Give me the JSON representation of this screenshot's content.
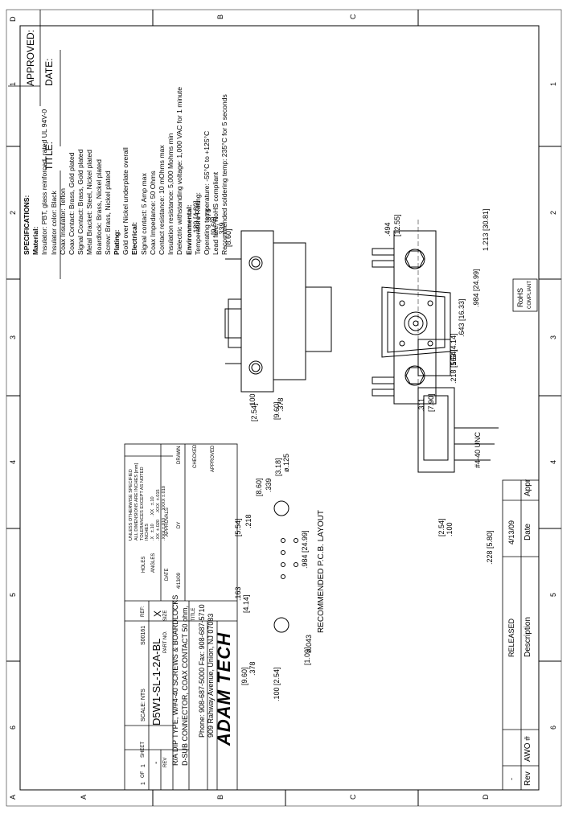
{
  "approval": {
    "approved_label": "APPROVED:",
    "date_label": "DATE:",
    "title_label": "TITLE:"
  },
  "zones": {
    "letters": [
      "A",
      "B",
      "C",
      "D"
    ],
    "numbers": [
      "6",
      "5",
      "4",
      "3",
      "2",
      "1"
    ]
  },
  "revision_block": {
    "headers": [
      "Rev",
      "AWO #",
      "Description",
      "Date",
      "Appr"
    ],
    "row": [
      "-",
      "",
      "RELEASED",
      "4/13/09",
      ""
    ]
  },
  "specs": {
    "heading": "SPECIFICATIONS:",
    "lines": [
      {
        "bold": true,
        "text": "Material:"
      },
      {
        "bold": false,
        "text": "Insulator: PBT, glass reinforced, rated UL 94V-0"
      },
      {
        "bold": false,
        "text": "Insulator color: Black"
      },
      {
        "bold": false,
        "text": "Coax Insulator: Teflon"
      },
      {
        "bold": false,
        "text": "Coax Contact: Brass, Gold plated"
      },
      {
        "bold": false,
        "text": "Signal Contact: Brass, Gold plated"
      },
      {
        "bold": false,
        "text": "Metal Bracket: Steel, Nickel plated"
      },
      {
        "bold": false,
        "text": "Boardlock: Brass, Nickel plated"
      },
      {
        "bold": false,
        "text": "Screw: Brass, Nickel plated"
      },
      {
        "bold": true,
        "text": "Plating:"
      },
      {
        "bold": false,
        "text": "Gold over Nickel underplate overall"
      },
      {
        "bold": true,
        "text": "Electrical:"
      },
      {
        "bold": false,
        "text": "Signal contact: 5 Amp max"
      },
      {
        "bold": false,
        "text": "Coax Impedance: 50 Ohms"
      },
      {
        "bold": false,
        "text": "Contact resistance: 10 mOhms max"
      },
      {
        "bold": false,
        "text": "Insulation resistance: 5,000 Mohms min"
      },
      {
        "bold": false,
        "text": "Dielectric withstanding voltage: 1,000 VAC for 1 minute"
      },
      {
        "bold": true,
        "text": "Environmental:"
      },
      {
        "bold": false,
        "text": "Temperature Rating:"
      },
      {
        "bold": false,
        "text": "Operating temperature: -55°C to +125°C"
      },
      {
        "bold": false,
        "text": "Lead free, RoHS compliant"
      },
      {
        "bold": false,
        "text": "Recommended soldering temp: 235°C for 5 seconds"
      }
    ]
  },
  "rohs": {
    "line1": "RoHS",
    "line2": "COMPLIANT"
  },
  "front_view": {
    "dims": {
      "d1213": "1.213 [30.81]",
      "d984": ".984 [24.99]",
      "d643": ".643 [16.33]",
      "d163": ".163 [4.14]",
      "d218": ".218 [5.54]",
      "d494a": ".494",
      "d494b": "[12.55]",
      "d311a": ".311",
      "d311b": "[7.90]",
      "screw": "#4-40 UNC"
    }
  },
  "side_view": {
    "dims": {
      "d189": ".189 [4.80]",
      "d378a": ".378",
      "d378b": "[9.60]",
      "d339a": ".339",
      "d339b": "[8.60]",
      "d378c": ".378",
      "d378d": "[9.60]",
      "d100a": ".100",
      "d100b": "[2.54]"
    }
  },
  "right_view": {
    "dims": {
      "d228": ".228 [5.80]",
      "d100a": ".100",
      "d100b": "[2.54]"
    }
  },
  "pcb": {
    "title": "RECOMMENDED P.C.B. LAYOUT",
    "dims": {
      "d125a": "ø.125",
      "d125b": "[3.18]",
      "d339a": ".339",
      "d339b": "[8.60]",
      "d218a": ".218",
      "d218b": "[5.54]",
      "d984": ".984 [24.99]",
      "d163a": ".163",
      "d163b": "[4.14]",
      "d043a": "ø.043",
      "d043b": "[1.09]",
      "d378a": ".378",
      "d378b": "[9.60]",
      "d100": ".100 [2.54]"
    }
  },
  "tolerance": {
    "lines": [
      "UNLESS OTHERWISE SPECIFIED",
      "ALL DIMENSIONS ARE INCHES [mm]",
      "TOLERANCES EXCEPT AS NOTED",
      "INCHES",
      ".X   ±.10      .XX   ±.10",
      ".XX  ±.020     .XXX  ±.015",
      ".XXX ±.010     .XXXX ±.010"
    ],
    "approvals": "APPROVALS",
    "date_hdr": "DATE",
    "drawn": "DRAWN",
    "drawn_by": "DY",
    "drawn_date": "4/13/09",
    "checked": "CHECKED",
    "approved": "APPROVED",
    "angles": "ANGLES",
    "holes": "HOLES"
  },
  "title_block": {
    "company": "ADAM TECH",
    "address": "909 Rahway Avenue, Union, NJ 07083",
    "phone": "Phone: 908-687-5000  Fax: 908-687-5710",
    "title_label": "TITLE",
    "title_line1": "D-SUB CONNECTOR, COAX CONTACT 50 ohm,",
    "title_line2": "R/A DIP TYPE, W/#4-40 SCREWS & BOARDLOCKS",
    "size_label": "SIZE",
    "size": "X",
    "part_label": "PART NO.",
    "part_no": "D5W1-SL-1-2A-BL",
    "rev_label": "REV",
    "rev": "-",
    "ref_label": "REF:",
    "ref": "S00161",
    "scale": "SCALE: NTS",
    "sheet_label": "SHEET",
    "sheet": "1",
    "of": "OF",
    "of_total": "1"
  }
}
